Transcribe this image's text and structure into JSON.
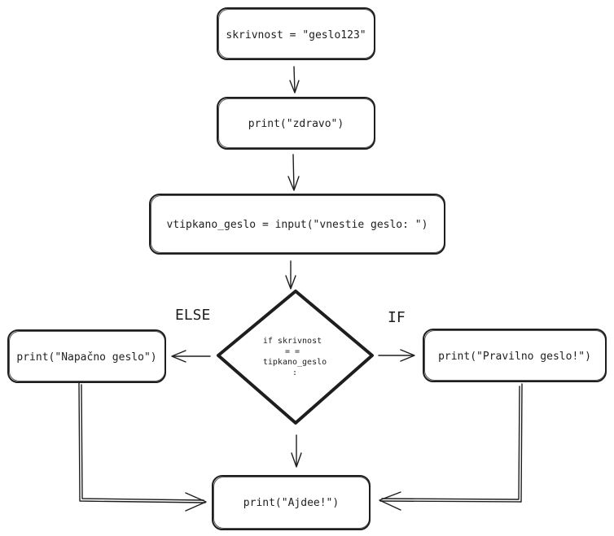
{
  "nodes": {
    "assign_secret": "skrivnost = \"geslo123\"",
    "print_hello": "print(\"zdravo\")",
    "input_password": "vtipkano_geslo = input(\"vnestie geslo: \")",
    "condition": {
      "line1": "if skrivnost",
      "line2": "= =",
      "line3": "tipkano_geslo",
      "line4": ":"
    },
    "print_wrong": "print(\"Napačno geslo\")",
    "print_correct": "print(\"Pravilno geslo!\")",
    "print_bye": "print(\"Ajdee!\")"
  },
  "branches": {
    "else_label": "ELSE",
    "if_label": "IF"
  },
  "colors": {
    "stroke": "#1e1e1e",
    "background": "#ffffff"
  }
}
